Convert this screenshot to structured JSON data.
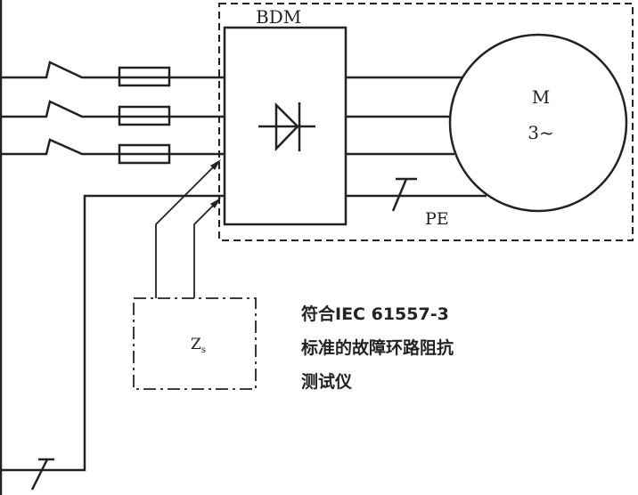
{
  "diagram": {
    "bdm_label": "BDM",
    "motor_label": "M",
    "motor_phase_label": "3~",
    "pe_label": "PE",
    "tester_label": "Z",
    "tester_subscript": "s",
    "description_lines": [
      "符合IEC 61557-3",
      "标准的故障环路阻抗",
      "测试仪"
    ]
  }
}
